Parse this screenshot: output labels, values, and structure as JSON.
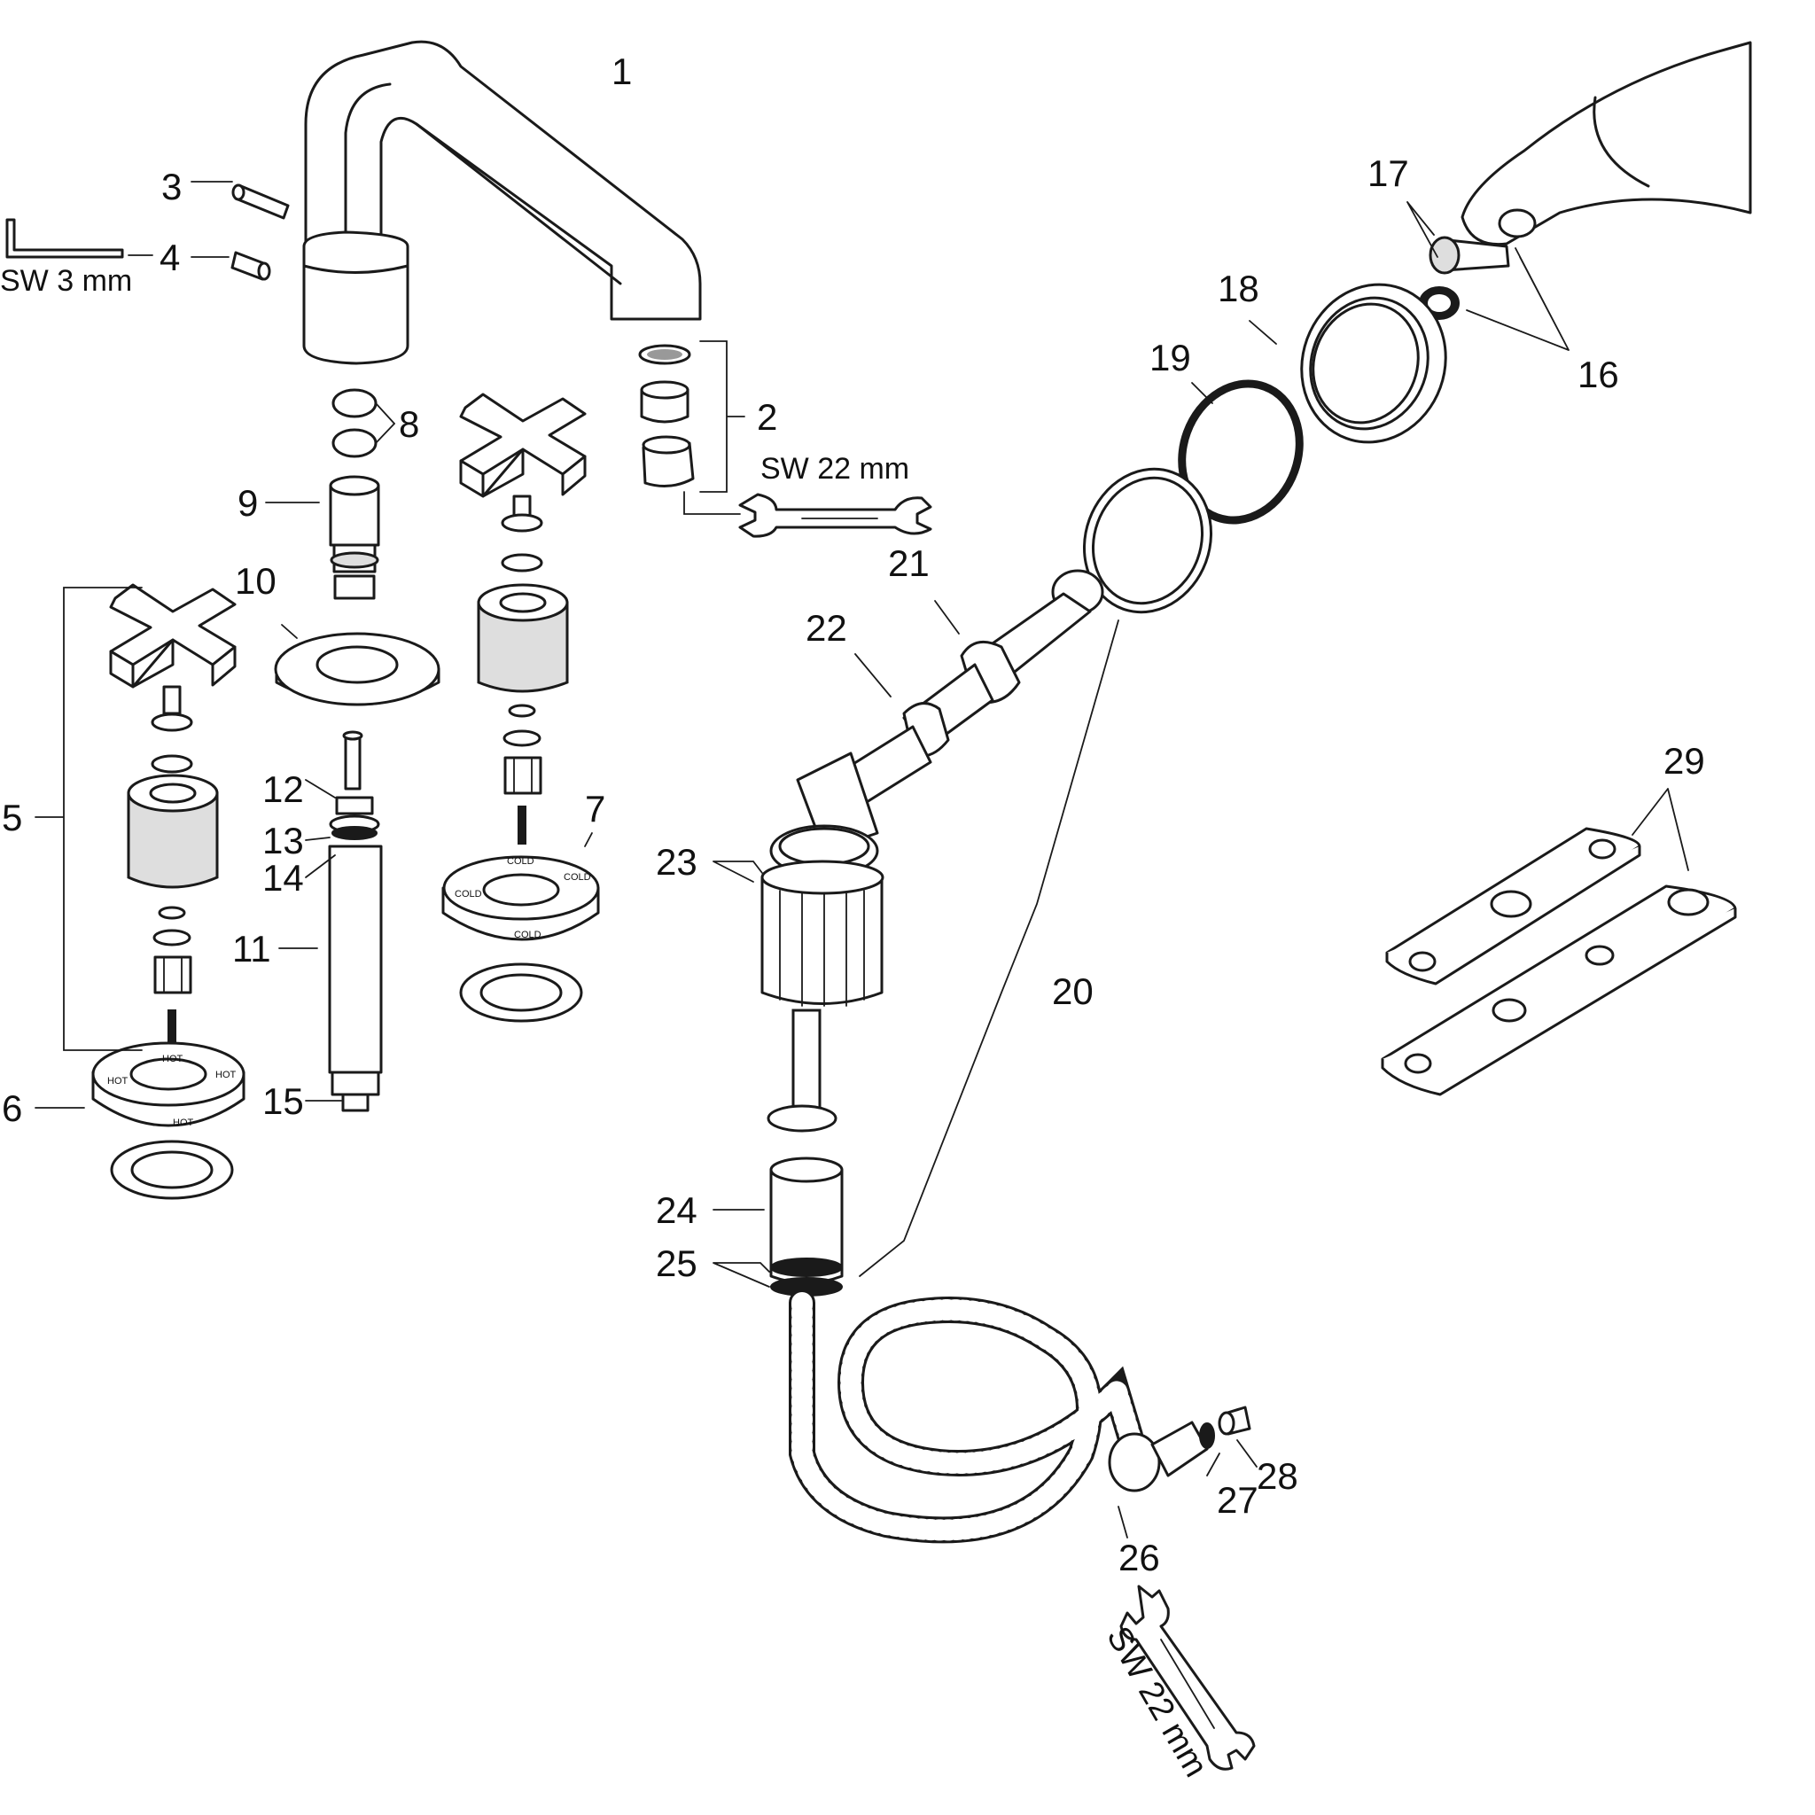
{
  "diagram": {
    "part_numbers": [
      "1",
      "2",
      "3",
      "4",
      "5",
      "6",
      "7",
      "8",
      "9",
      "10",
      "11",
      "12",
      "13",
      "14",
      "15",
      "16",
      "17",
      "18",
      "19",
      "20",
      "21",
      "22",
      "23",
      "24",
      "25",
      "26",
      "27",
      "28",
      "29"
    ],
    "tool_labels": {
      "allen_key": "SW 3 mm",
      "wrench_top": "SW 22 mm",
      "wrench_bottom": "SW 22 mm"
    },
    "escutcheon_text": {
      "hot": "HOT",
      "cold": "COLD"
    }
  }
}
